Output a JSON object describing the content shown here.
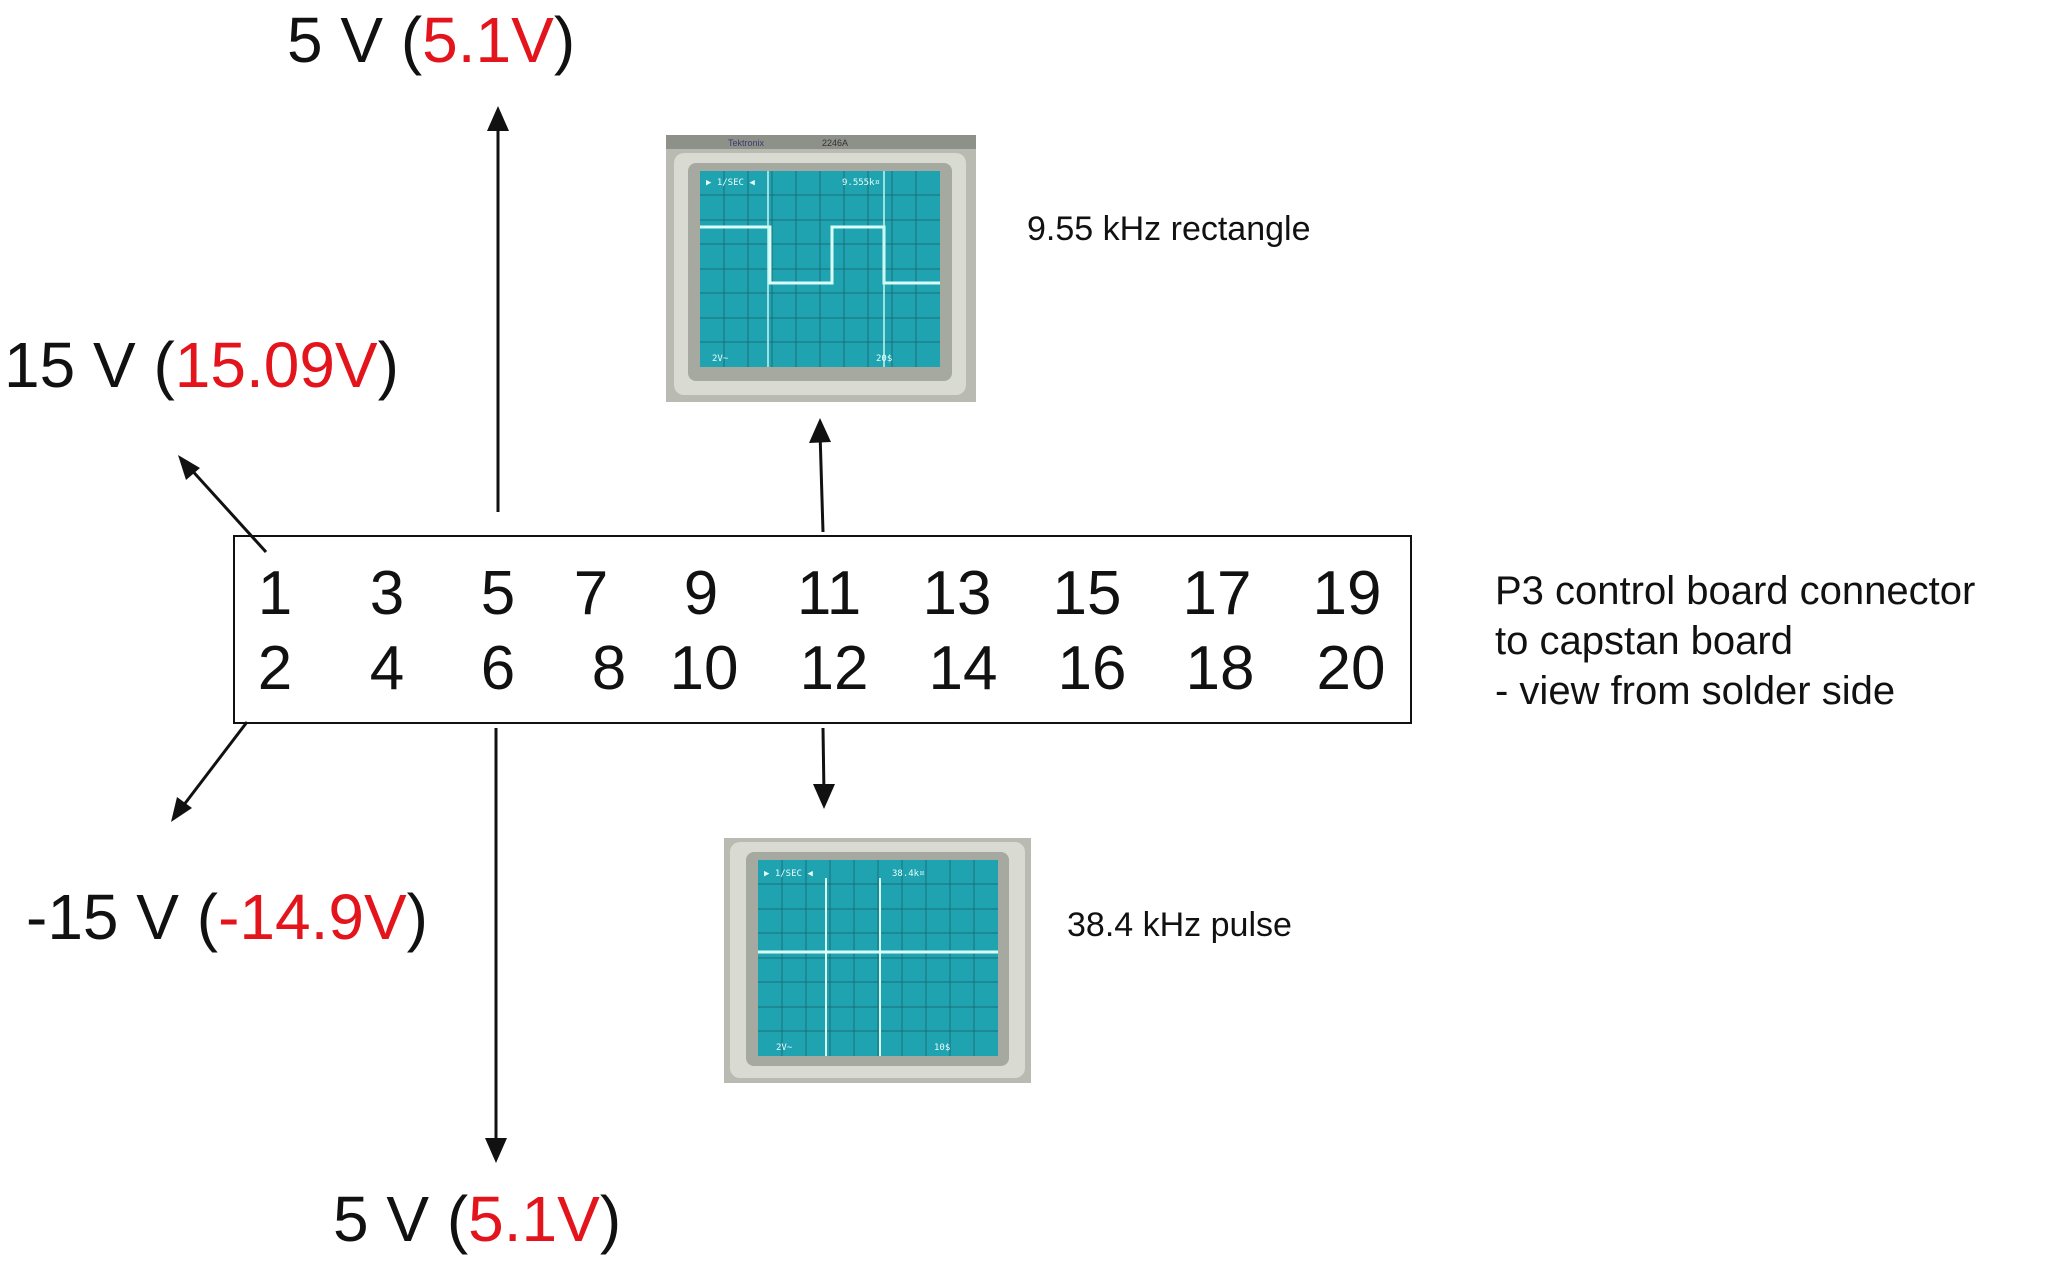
{
  "voltages": {
    "pin5_top": {
      "nominal": "5 V (",
      "measured": "5.1V",
      "close": ")"
    },
    "pin1_left": {
      "nominal": "15 V (",
      "measured": "15.09V",
      "close": ")"
    },
    "pin2_left": {
      "nominal": "-15 V (",
      "measured": "-14.9V",
      "close": ")"
    },
    "pin6_bottom": {
      "nominal": "5 V (",
      "measured": "5.1V",
      "close": ")"
    }
  },
  "connector": {
    "top_row": [
      "1",
      "3",
      "5",
      "7",
      "9",
      "11",
      "13",
      "15",
      "17",
      "19"
    ],
    "bottom_row": [
      "2",
      "4",
      "6",
      "8",
      "10",
      "12",
      "14",
      "16",
      "18",
      "20"
    ],
    "label_lines": [
      "P3 control board connector",
      "to capstan board",
      "- view from solder side"
    ]
  },
  "scopes": {
    "pin11": {
      "caption": "9.55 kHz rectangle",
      "readout_left": "▶ 1/SEC ◀",
      "readout_right": "9.555k¤",
      "volts_div": "2V~",
      "time_div": "20$",
      "brand": "Tektronix",
      "model": "2246A"
    },
    "pin12": {
      "caption": "38.4 kHz pulse",
      "readout_left": "▶ 1/SEC ◀",
      "readout_right": "38.4k¤",
      "volts_div": "2V~",
      "time_div": "10$"
    }
  },
  "colors": {
    "measured": "#e3141b",
    "screen": "#1fa3b0",
    "trace": "#d8fff8",
    "bezel": "#c9cbc2"
  }
}
